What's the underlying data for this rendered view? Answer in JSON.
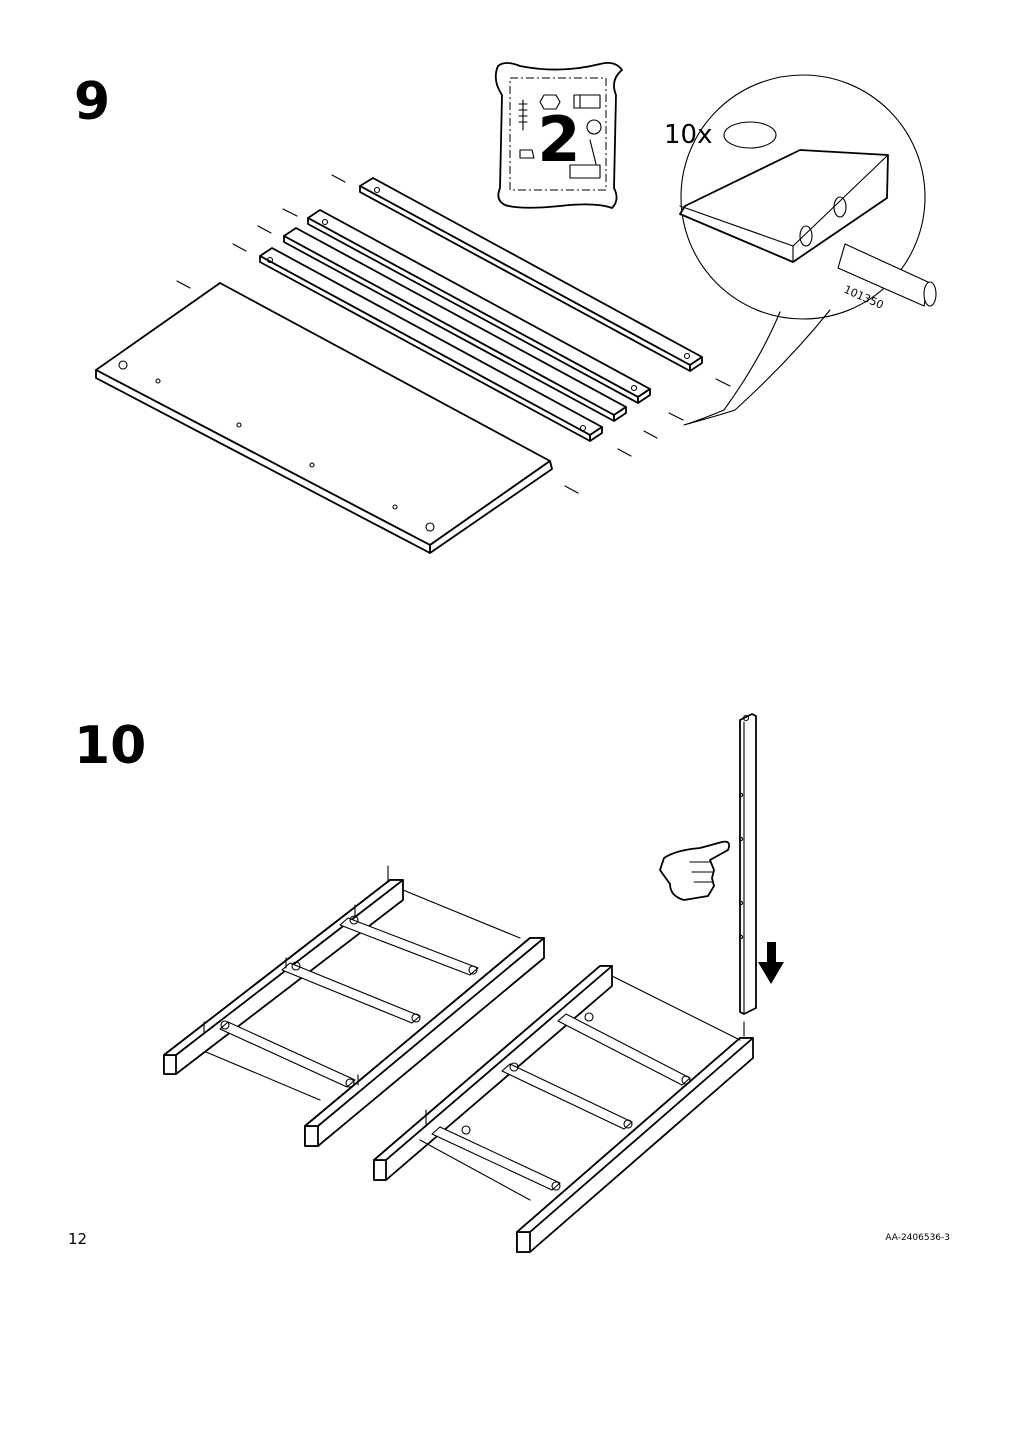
{
  "steps": [
    {
      "number": "9"
    },
    {
      "number": "10"
    }
  ],
  "bag": {
    "number": "2",
    "icon": "hardware-bag-icon"
  },
  "callout": {
    "quantity": "10x",
    "part_number": "101350",
    "icon": "wooden-dowel-icon"
  },
  "icons": {
    "hand": "pointing-hand-icon",
    "arrow": "down-arrow-icon"
  },
  "footer": {
    "page_number": "12",
    "doc_id": "AA-2406536-3"
  }
}
